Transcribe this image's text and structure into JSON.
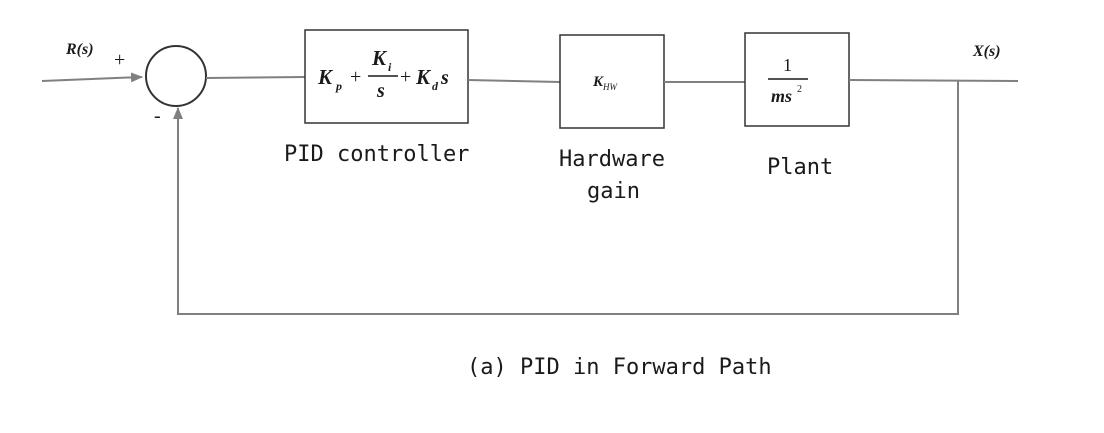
{
  "signals": {
    "input": "R(s)",
    "output": "X(s)",
    "plus_sign": "+",
    "minus_sign": "-"
  },
  "blocks": {
    "pid": {
      "kp": "K",
      "kp_sub": "p",
      "plus1": "+",
      "ki": "K",
      "ki_sub": "i",
      "s_den": "s",
      "plus2": "+",
      "kd": "K",
      "kd_sub": "d",
      "kd_s": "s",
      "label": "PID controller"
    },
    "hardware": {
      "symbol": "K",
      "symbol_sub": "HW",
      "label_line1": "Hardware",
      "label_line2": "gain"
    },
    "plant": {
      "numerator": "1",
      "denominator": "ms",
      "denominator_exp": "2",
      "label": "Plant"
    }
  },
  "caption": "(a) PID in Forward Path",
  "colors": {
    "line": "#808080",
    "box": "#333333",
    "text": "#1a1a1a"
  }
}
